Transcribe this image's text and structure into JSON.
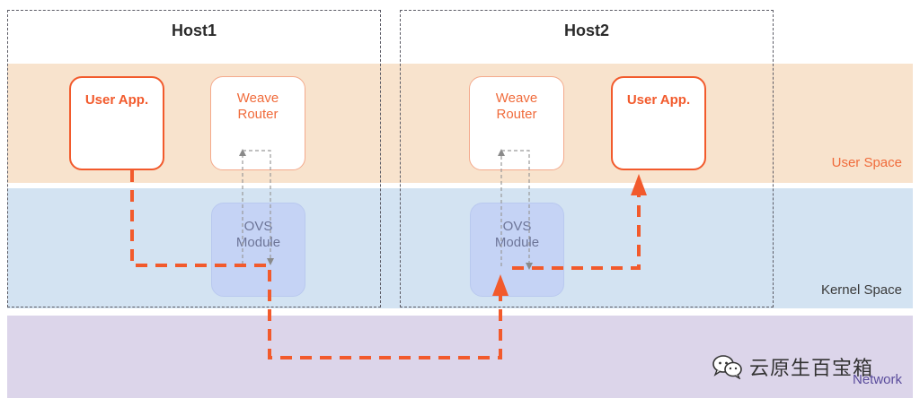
{
  "hosts": [
    {
      "title": "Host1"
    },
    {
      "title": "Host2"
    }
  ],
  "layers": {
    "user_space": "User Space",
    "kernel_space": "Kernel Space",
    "network": "Network"
  },
  "host1": {
    "user_app": "User App.",
    "router_line1": "Weave",
    "router_line2": "Router",
    "ovs_line1": "OVS",
    "ovs_line2": "Module"
  },
  "host2": {
    "user_app": "User App.",
    "router_line1": "Weave",
    "router_line2": "Router",
    "ovs_line1": "OVS",
    "ovs_line2": "Module"
  },
  "watermark": {
    "text": "云原生百宝箱",
    "icon": "wechat-icon"
  },
  "colors": {
    "accent": "#f25a2c",
    "user_band": "#f8e3cd",
    "kernel_band": "#d3e3f2",
    "network_band": "#dcd5ea",
    "ovs_fill": "#c5d3f5"
  }
}
